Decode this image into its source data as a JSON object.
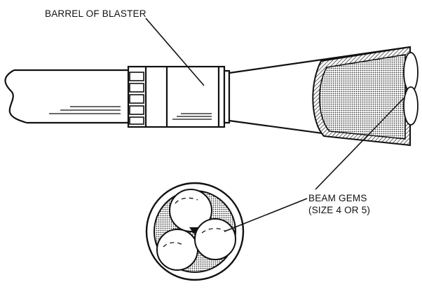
{
  "labels": {
    "barrel": "BARREL OF BLASTER",
    "gems_line1": "BEAM GEMS",
    "gems_line2": "(SIZE 4 OR 5)"
  },
  "colors": {
    "ink": "#111111",
    "paper": "#ffffff",
    "hatch": "#8a8a8a"
  }
}
